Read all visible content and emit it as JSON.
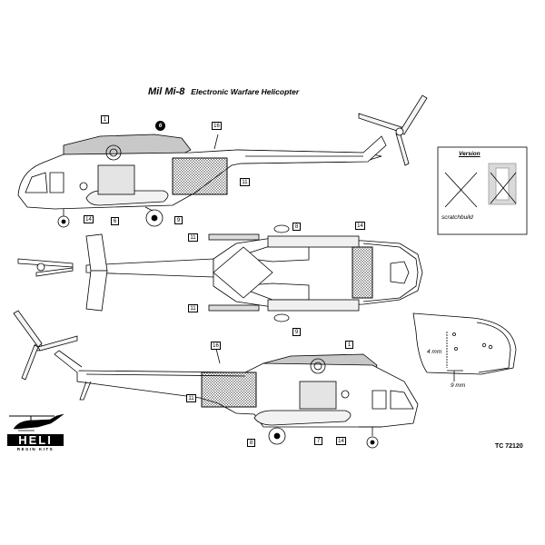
{
  "title": {
    "main": "Mil Mi-8",
    "sub": "Electronic Warfare Helicopter"
  },
  "product_code": "TC 72120",
  "brand": {
    "name": "HELI",
    "tagline": "RESIN KITS"
  },
  "version_box": {
    "title": "Version",
    "footer": "scratchbuild"
  },
  "detail_dimensions": {
    "height": "4 mm",
    "width": "9 mm"
  },
  "callouts": {
    "top_side": [
      "1",
      "16",
      "11",
      "9",
      "6",
      "14"
    ],
    "top_side_dark": "6",
    "plan": [
      "8",
      "11",
      "14",
      "11",
      "9"
    ],
    "bottom_side": [
      "1",
      "16",
      "11",
      "8",
      "7",
      "14"
    ]
  }
}
